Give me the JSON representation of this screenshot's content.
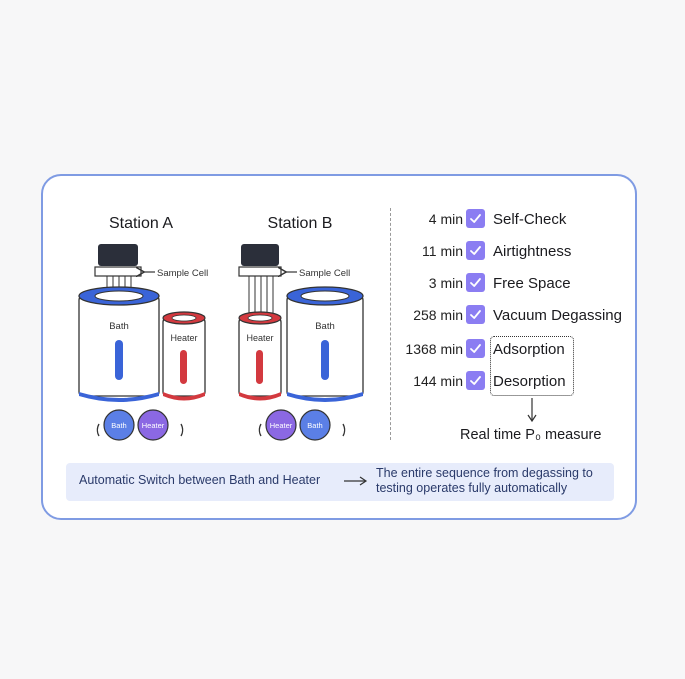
{
  "stations": {
    "a": {
      "title": "Station A",
      "sample_cell": "Sample Cell",
      "bath_label": "Bath",
      "heater_label": "Heater",
      "switch_left": "Bath",
      "switch_right": "Heater"
    },
    "b": {
      "title": "Station B",
      "sample_cell": "Sample Cell",
      "bath_label": "Bath",
      "heater_label": "Heater",
      "switch_left": "Heater",
      "switch_right": "Bath"
    }
  },
  "steps": [
    {
      "time": "4 min",
      "name": "Self-Check"
    },
    {
      "time": "11 min",
      "name": "Airtightness"
    },
    {
      "time": "3 min",
      "name": "Free Space"
    },
    {
      "time": "258 min",
      "name": "Vacuum Degassing"
    },
    {
      "time": "1368 min",
      "name": "Adsorption"
    },
    {
      "time": "144 min",
      "name": "Desorption"
    }
  ],
  "p0_label": "Real time P₀ measure",
  "banner": {
    "left": "Automatic Switch between Bath and Heater",
    "right": "The entire sequence from degassing to testing operates fully automatically"
  },
  "colors": {
    "border": "#7f9be3",
    "bath_blue": "#3a64d8",
    "heater_red": "#d3393f",
    "check_purple": "#8b7df2",
    "banner_bg": "#e7ecfb"
  }
}
